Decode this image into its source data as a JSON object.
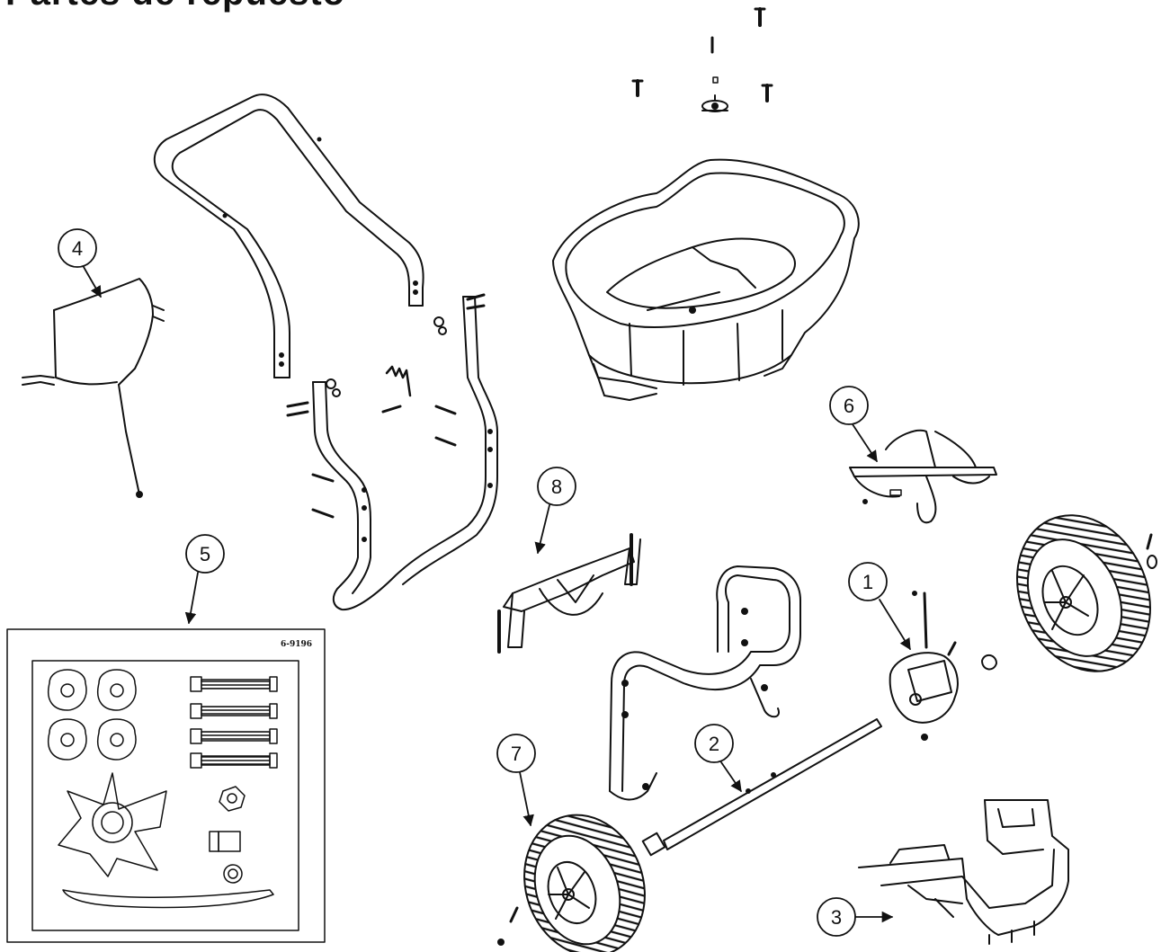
{
  "title": "Partes de repuesto",
  "kit_code": "6-9196",
  "callouts": [
    "1",
    "2",
    "3",
    "4",
    "5",
    "6",
    "7",
    "8"
  ]
}
